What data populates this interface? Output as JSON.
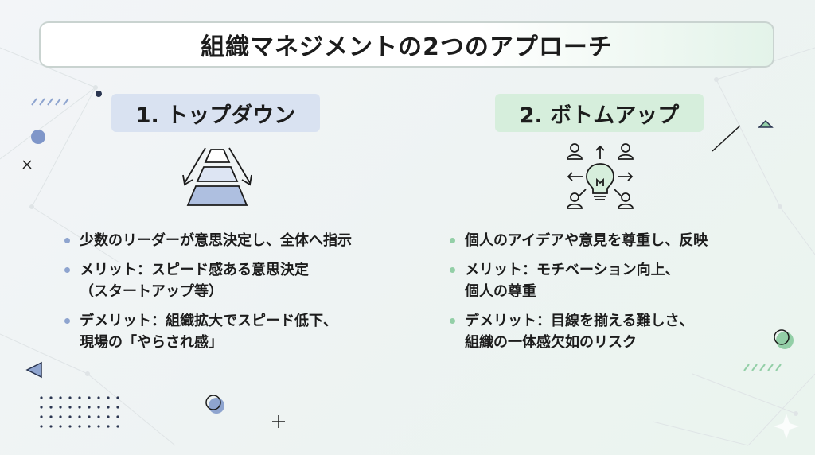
{
  "title": "組織マネジメントの2つのアプローチ",
  "colors": {
    "left_accent": "#d9e2f1",
    "right_accent": "#d6eedc",
    "pyramid": "#aebfe0"
  },
  "left": {
    "heading": "1. トップダウン",
    "icon": "pyramid-icon",
    "bullets": [
      {
        "line1": "少数のリーダーが意思決定し、全体へ指示",
        "line2": ""
      },
      {
        "line1": "メリット：スピード感ある意思決定",
        "line2": "（スタートアップ等）"
      },
      {
        "line1": "デメリット：組織拡大でスピード低下、",
        "line2": "現場の「やらされ感」"
      }
    ]
  },
  "right": {
    "heading": "2. ボトムアップ",
    "icon": "lightbulb-people-icon",
    "bullets": [
      {
        "line1": "個人のアイデアや意見を尊重し、反映",
        "line2": ""
      },
      {
        "line1": "メリット：モチベーション向上、",
        "line2": "個人の尊重"
      },
      {
        "line1": "デメリット：目線を揃える難しさ、",
        "line2": "組織の一体感欠如のリスク"
      }
    ]
  }
}
